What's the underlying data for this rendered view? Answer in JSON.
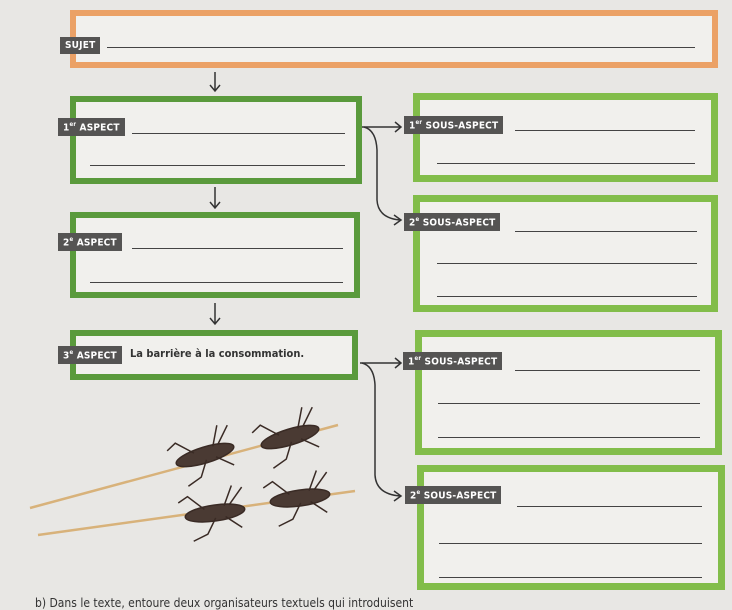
{
  "subject": {
    "label": "SUJET"
  },
  "aspects": [
    {
      "num": "1",
      "sup": "er",
      "label": "ASPECT",
      "text": ""
    },
    {
      "num": "2",
      "sup": "e",
      "label": "ASPECT",
      "text": ""
    },
    {
      "num": "3",
      "sup": "e",
      "label": "ASPECT",
      "text": "La barrière à la consommation."
    }
  ],
  "sub_aspects": [
    {
      "num": "1",
      "sup": "er",
      "label": "SOUS-ASPECT"
    },
    {
      "num": "2",
      "sup": "e",
      "label": "SOUS-ASPECT"
    },
    {
      "num": "1",
      "sup": "er",
      "label": "SOUS-ASPECT"
    },
    {
      "num": "2",
      "sup": "e",
      "label": "SOUS-ASPECT"
    }
  ],
  "question": "b) Dans le texte, entoure deux organisateurs textuels qui introduisent",
  "colors": {
    "subject": "#eba166",
    "aspect": "#5a9a3c",
    "sub_aspect": "#82bd4a"
  }
}
